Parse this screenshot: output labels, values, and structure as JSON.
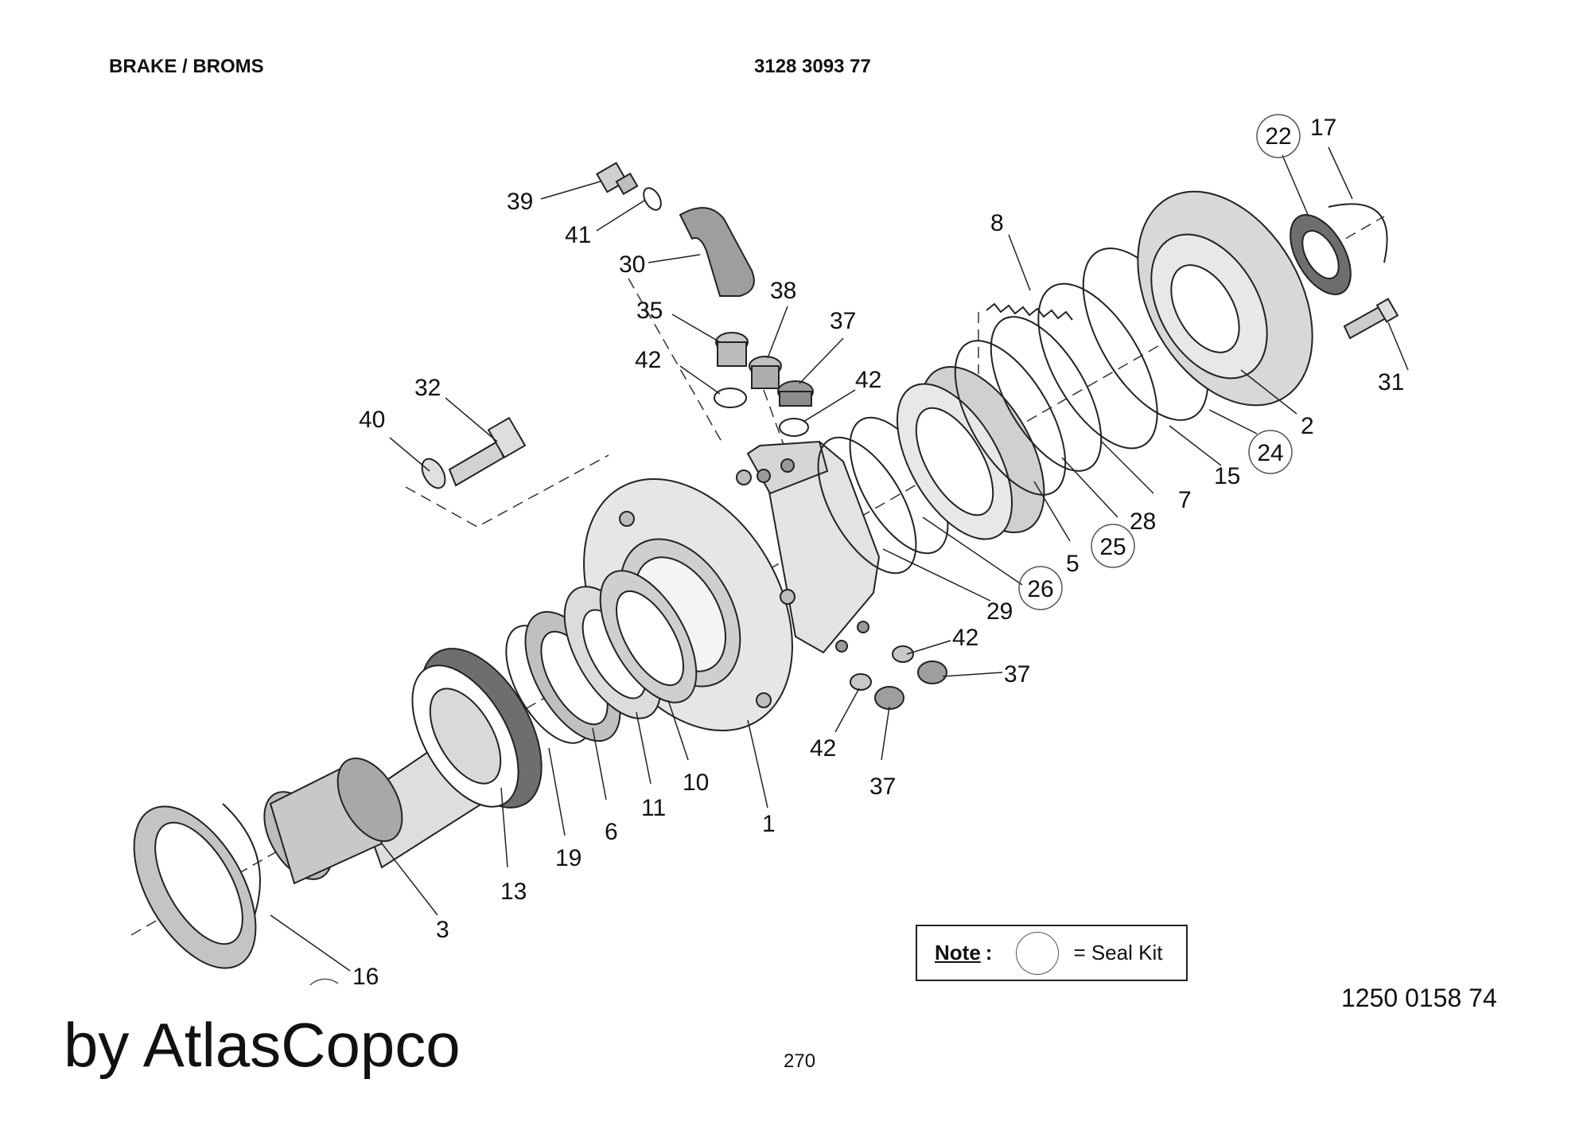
{
  "header": {
    "section_title": "BRAKE / BROMS",
    "part_number": "3128 3093 77"
  },
  "callouts": [
    {
      "id": "c39",
      "label": "39",
      "seal_kit": false
    },
    {
      "id": "c41",
      "label": "41",
      "seal_kit": false
    },
    {
      "id": "c30",
      "label": "30",
      "seal_kit": false
    },
    {
      "id": "c35",
      "label": "35",
      "seal_kit": false
    },
    {
      "id": "c38",
      "label": "38",
      "seal_kit": false
    },
    {
      "id": "c37a",
      "label": "37",
      "seal_kit": false
    },
    {
      "id": "c42a",
      "label": "42",
      "seal_kit": false
    },
    {
      "id": "c42b",
      "label": "42",
      "seal_kit": false
    },
    {
      "id": "c32",
      "label": "32",
      "seal_kit": false
    },
    {
      "id": "c40",
      "label": "40",
      "seal_kit": false
    },
    {
      "id": "c8",
      "label": "8",
      "seal_kit": false
    },
    {
      "id": "c22",
      "label": "22",
      "seal_kit": true
    },
    {
      "id": "c17",
      "label": "17",
      "seal_kit": false
    },
    {
      "id": "c31",
      "label": "31",
      "seal_kit": false
    },
    {
      "id": "c2",
      "label": "2",
      "seal_kit": false
    },
    {
      "id": "c24",
      "label": "24",
      "seal_kit": true
    },
    {
      "id": "c15",
      "label": "15",
      "seal_kit": false
    },
    {
      "id": "c7",
      "label": "7",
      "seal_kit": false
    },
    {
      "id": "c28",
      "label": "28",
      "seal_kit": false
    },
    {
      "id": "c25",
      "label": "25",
      "seal_kit": true
    },
    {
      "id": "c5",
      "label": "5",
      "seal_kit": false
    },
    {
      "id": "c26",
      "label": "26",
      "seal_kit": true
    },
    {
      "id": "c29",
      "label": "29",
      "seal_kit": false
    },
    {
      "id": "c42c",
      "label": "42",
      "seal_kit": false
    },
    {
      "id": "c37b",
      "label": "37",
      "seal_kit": false
    },
    {
      "id": "c42d",
      "label": "42",
      "seal_kit": false
    },
    {
      "id": "c37c",
      "label": "37",
      "seal_kit": false
    },
    {
      "id": "c1",
      "label": "1",
      "seal_kit": false
    },
    {
      "id": "c10",
      "label": "10",
      "seal_kit": false
    },
    {
      "id": "c11",
      "label": "11",
      "seal_kit": false
    },
    {
      "id": "c6",
      "label": "6",
      "seal_kit": false
    },
    {
      "id": "c19",
      "label": "19",
      "seal_kit": false
    },
    {
      "id": "c13",
      "label": "13",
      "seal_kit": false
    },
    {
      "id": "c3",
      "label": "3",
      "seal_kit": false
    },
    {
      "id": "c16",
      "label": "16",
      "seal_kit": false
    }
  ],
  "note": {
    "label": "Note",
    "colon": ":",
    "text": "= Seal Kit"
  },
  "document_number": "1250 0158 74",
  "watermark": "by AtlasCopco",
  "page_number": "270",
  "colors": {
    "part_fill": "#e3e3e3",
    "part_shade": "#bdbdbd",
    "dark_part": "#6e6e6e",
    "line": "#222222"
  }
}
